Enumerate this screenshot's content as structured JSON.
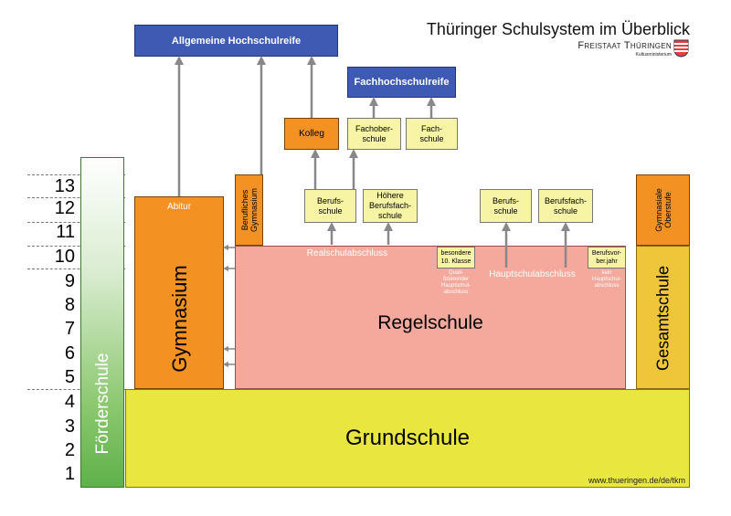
{
  "header": {
    "title": "Thüringer Schulsystem im Überblick",
    "state": "Freistaat Thüringen",
    "ministry": "Kultusministerium"
  },
  "grades": [
    "13",
    "12",
    "11",
    "10",
    "9",
    "8",
    "7",
    "6",
    "5",
    "4",
    "3",
    "2",
    "1"
  ],
  "boxes": {
    "hochschulreife": "Allgemeine Hochschulreife",
    "fachhochschulreife": "Fachhochschulreife",
    "kolleg": "Kolleg",
    "fachoberschule": "Fachober-\nschule",
    "fachschule": "Fach-\nschule",
    "abitur": "Abitur",
    "berufliches_gymnasium": "Berufliches\nGymnasium",
    "berufsschule_1": "Berufs-\nschule",
    "hoehere_berufsfachschule": "Höhere\nBerufsfach-\nschule",
    "berufsschule_2": "Berufs-\nschule",
    "berufsfachschule": "Berufsfach-\nschule",
    "gymnasiale_oberstufe": "Gymnasiale\nOberstufe",
    "realschulabschluss": "Realschulabschluss",
    "besondere_klasse": "besondere\n10. Klasse",
    "berufsvorber": "Berufsvor-\nber.jahr",
    "qualifizierender": "Quali-\nfizierender\nHauptschul-\nabschluss",
    "hauptschulabschluss": "Hauptschulabschluss",
    "kein_hauptschulabschluss": "kein\nHauptschul-\nabschluss",
    "regelschule": "Regelschule",
    "gymnasium": "Gymnasium",
    "gesamtschule": "Gesamtschule",
    "foerderschule": "Förderschule",
    "grundschule": "Grundschule"
  },
  "footer": {
    "url": "www.thueringen.de/de/tkm"
  },
  "colors": {
    "blue": "#3e5ab2",
    "orange": "#f39122",
    "pale_yellow": "#f8f4a6",
    "salmon": "#f4a99c",
    "grundschule_yellow": "#e9e63f",
    "gesamtschule_yellow": "#efc63a",
    "green": "#5fb14a"
  }
}
